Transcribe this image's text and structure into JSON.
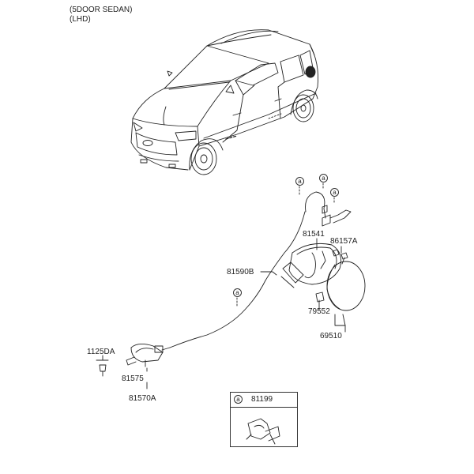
{
  "header": {
    "line1": "(5DOOR SEDAN)",
    "line2": "(LHD)"
  },
  "ref_marker": "a",
  "parts": {
    "p81541": "81541",
    "p86157A": "86157A",
    "p81590B": "81590B",
    "p79552": "79552",
    "p69510": "69510",
    "p1125DA": "1125DA",
    "p81575": "81575",
    "p81570A": "81570A"
  },
  "legend": {
    "marker": "a",
    "part": "81199"
  }
}
